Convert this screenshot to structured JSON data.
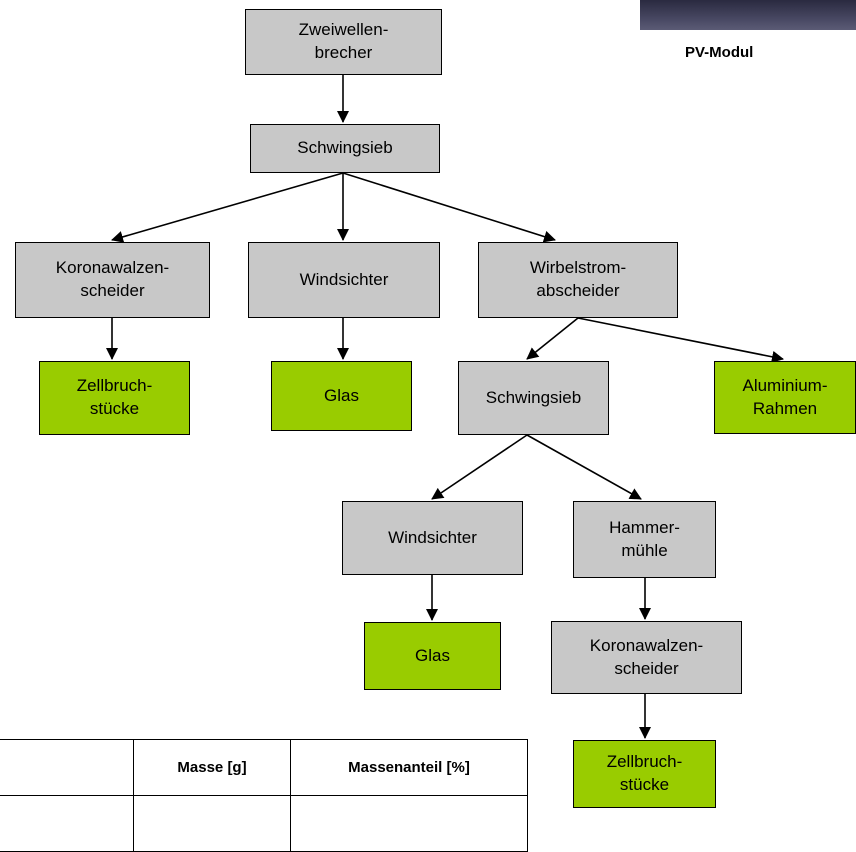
{
  "nodes": {
    "zweiwellenbrecher": "Zweiwellen-\nbrecher",
    "schwingsieb_1": "Schwingsieb",
    "koronawalzenscheider_1": "Koronawalzen-\nscheider",
    "windsichter_1": "Windsichter",
    "wirbelstromabscheider": "Wirbelstrom-\nabscheider",
    "zellbruchstuecke_1": "Zellbruch-\nstücke",
    "glas_1": "Glas",
    "schwingsieb_2": "Schwingsieb",
    "aluminium_rahmen": "Aluminium-\nRahmen",
    "windsichter_2": "Windsichter",
    "hammermuehle": "Hammer-\nmühle",
    "glas_2": "Glas",
    "koronawalzenscheider_2": "Koronawalzen-\nscheider",
    "zellbruchstuecke_2": "Zellbruch-\nstücke"
  },
  "photo_caption": "PV-Modul",
  "table": {
    "headers": [
      "",
      "Masse [g]",
      "Massenanteil [%]"
    ],
    "rows": [
      [
        "",
        "",
        ""
      ]
    ]
  },
  "colors": {
    "process": "#c8c8c8",
    "product": "#99cc00"
  }
}
